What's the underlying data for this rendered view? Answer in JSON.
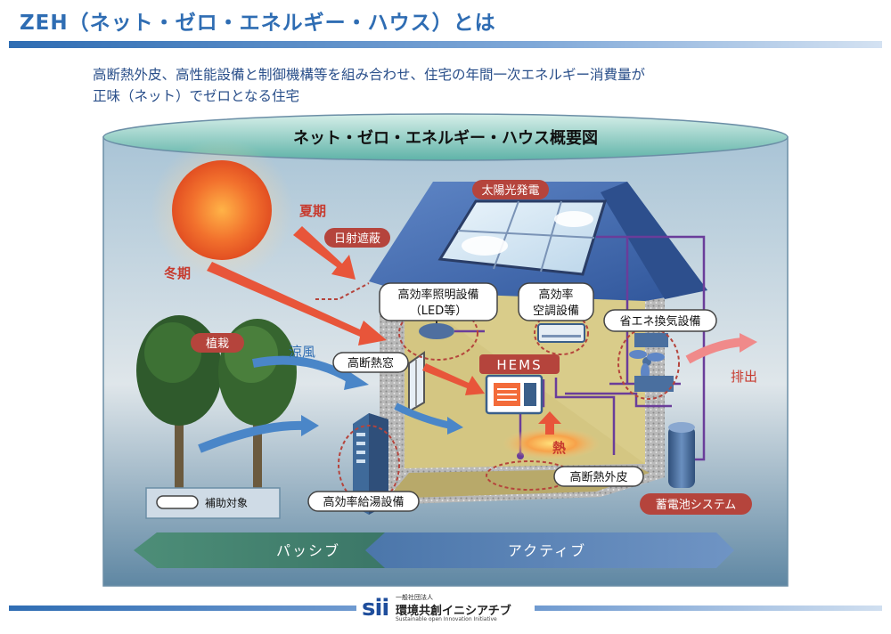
{
  "page": {
    "title": "ZEH（ネット・ゼロ・エネルギー・ハウス）とは",
    "description_line1": "高断熱外皮、高性能設備と制御機構等を組み合わせ、住宅の年間一次エネルギー消費量が",
    "description_line2": "正味（ネット）でゼロとなる住宅"
  },
  "diagram": {
    "title": "ネット・ゼロ・エネルギー・ハウス概要図",
    "labels": {
      "solar": "太陽光発電",
      "summer": "夏期",
      "winter": "冬期",
      "shading": "日射遮蔽",
      "lighting_1": "高効率照明設備",
      "lighting_2": "（LED等）",
      "ac_1": "高効率",
      "ac_2": "空調設備",
      "ventilation": "省エネ換気設備",
      "planting": "植栽",
      "breeze": "涼風",
      "window": "高断熱窓",
      "hems": "HEMS",
      "exhaust": "排出",
      "heat": "熱",
      "envelope": "高断熱外皮",
      "water_heater": "高効率給湯設備",
      "battery": "蓄電池システム",
      "legend": "補助対象",
      "passive": "パッシブ",
      "active": "アクティブ"
    }
  },
  "footer": {
    "logo_mark": "sii",
    "org_type": "一般社団法人",
    "org_name": "環境共創イニシアチブ",
    "org_english": "Sustainable open Innovation Initiative"
  },
  "colors": {
    "title_blue": "#2f6db3",
    "roof_blue": "#3a62a8",
    "label_red": "#b5443c",
    "arrow_orange": "#e8553a",
    "arrow_blue": "#4a86c8",
    "wire_purple": "#6a3d9a",
    "passive_green": "#3f7e6a",
    "active_blue": "#5f86b8"
  },
  "icons": [
    "sun-icon",
    "tree-icon",
    "solar-panel-icon",
    "lamp-icon",
    "air-conditioner-icon",
    "fan-icon",
    "hems-panel-icon",
    "water-heater-icon",
    "battery-icon"
  ]
}
